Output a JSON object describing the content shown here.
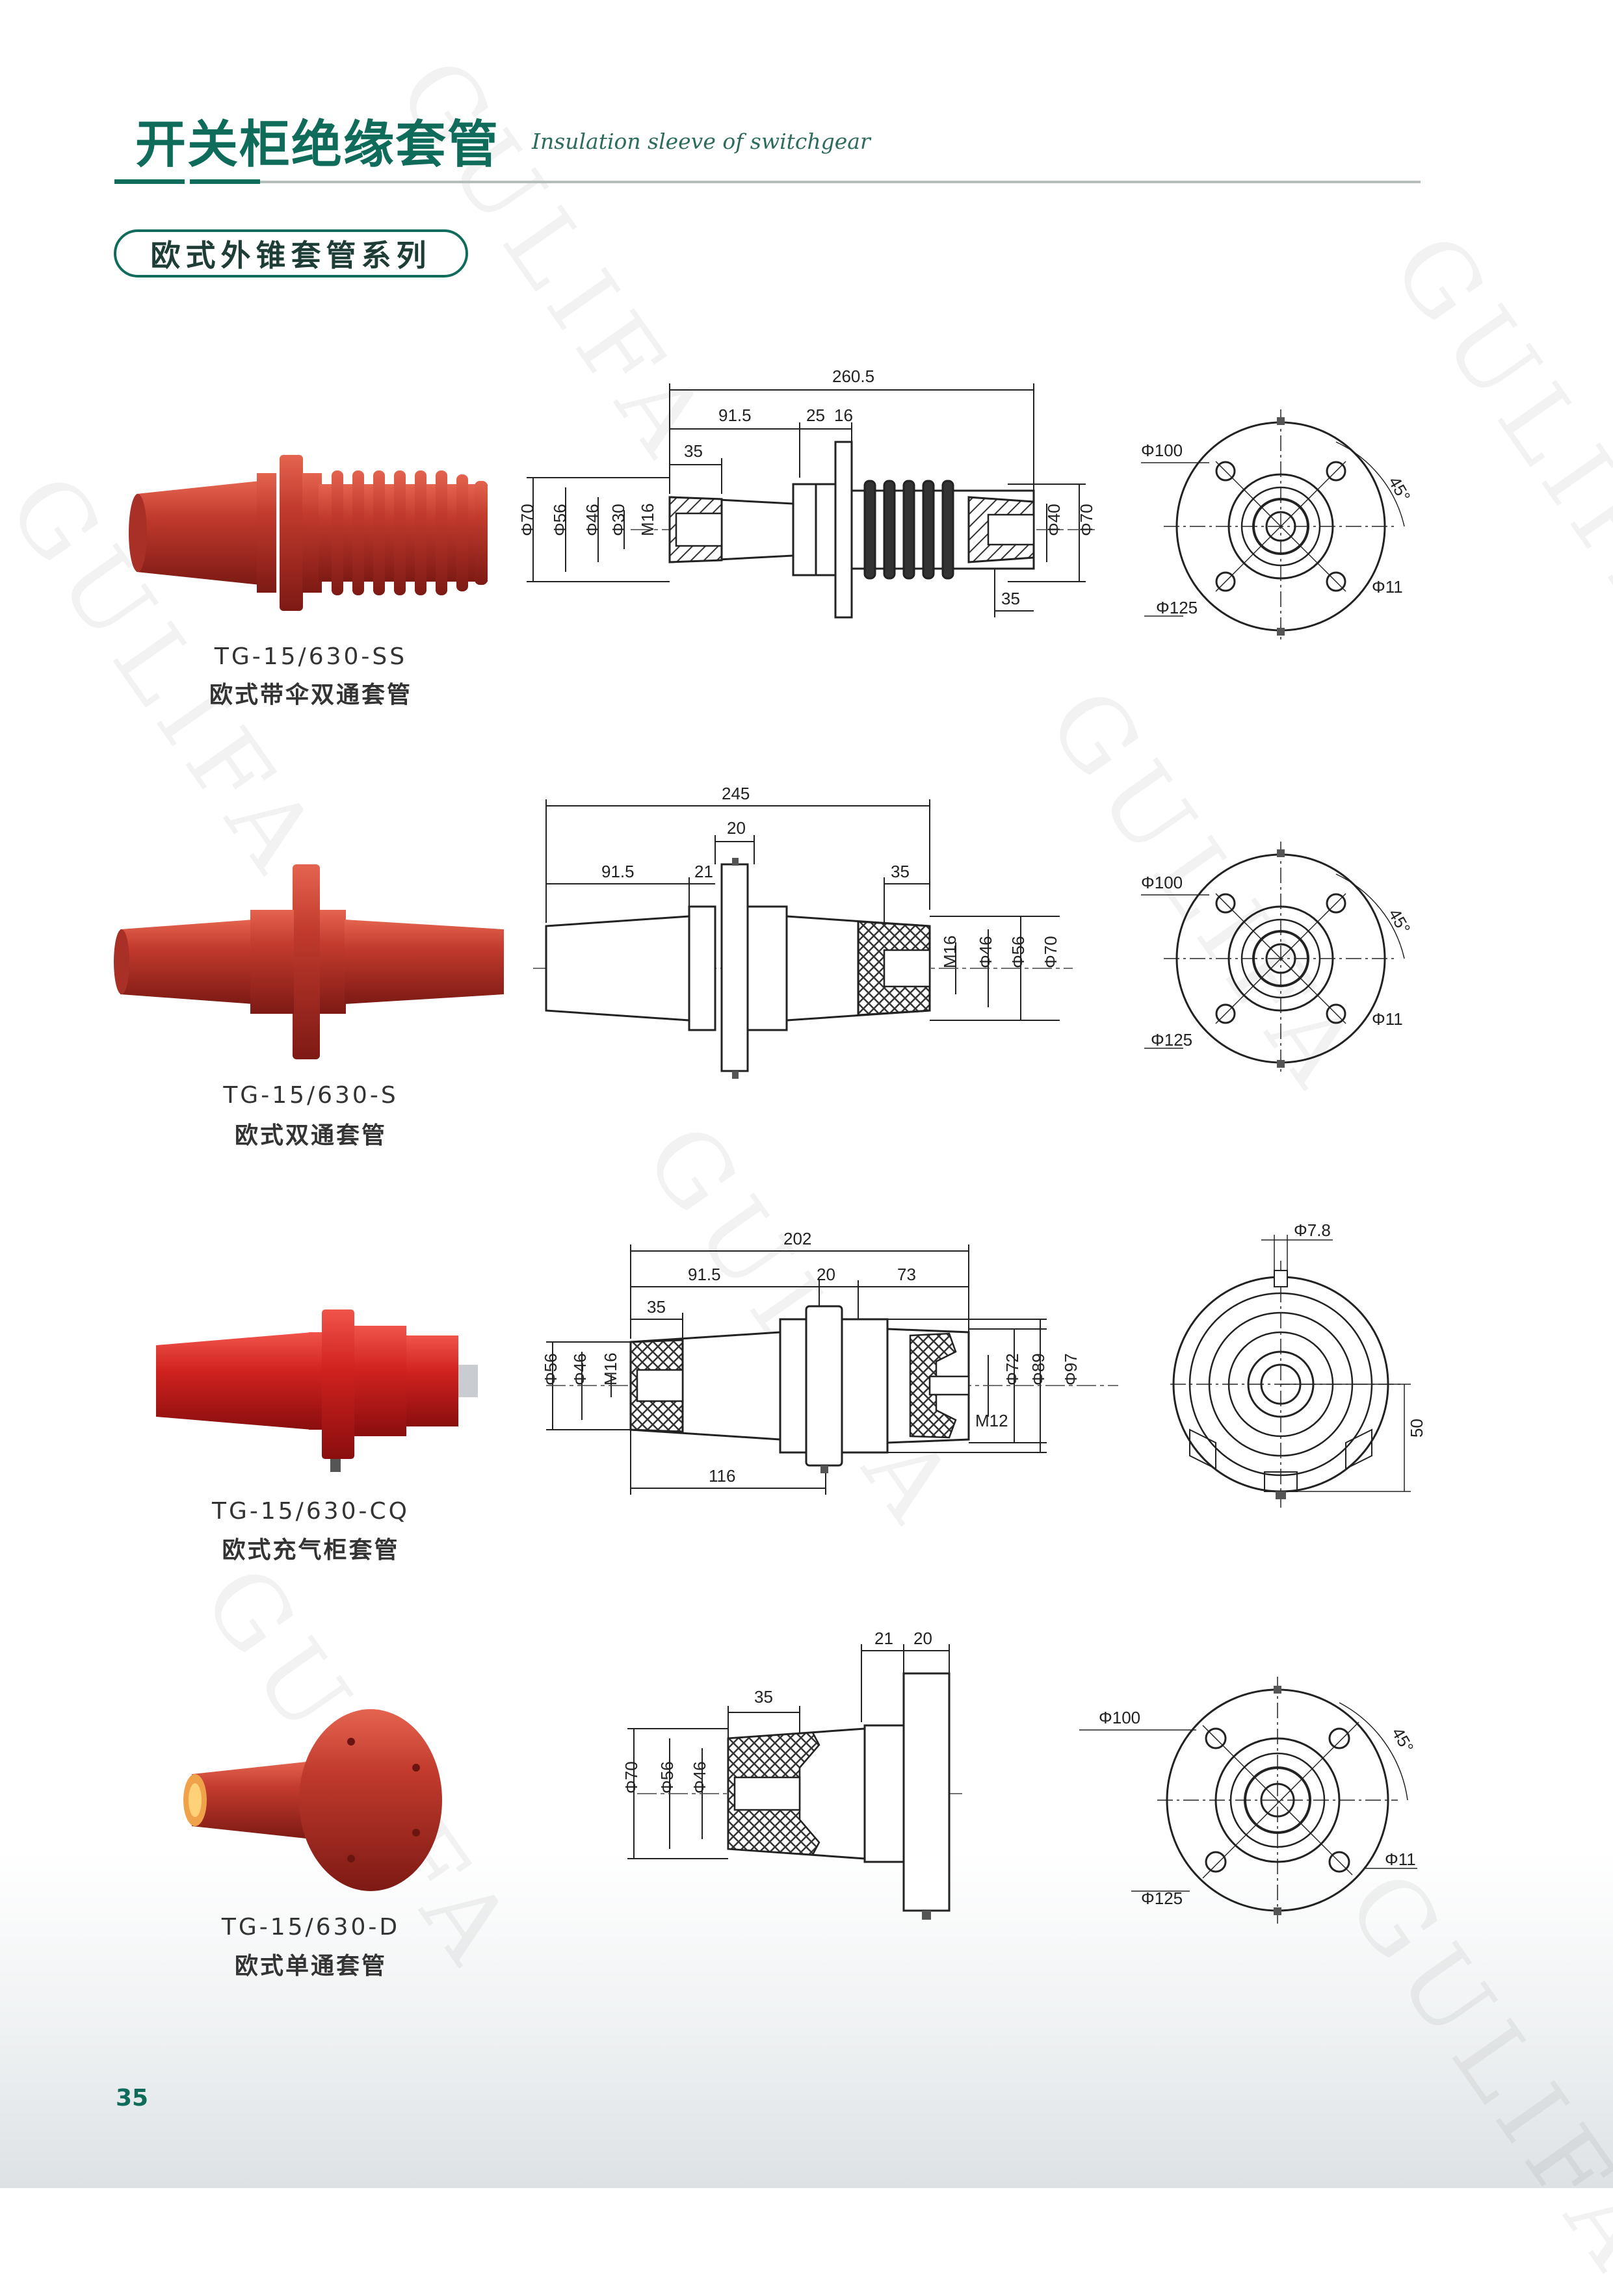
{
  "header": {
    "title_cn": "开关柜绝缘套管",
    "title_en": "Insulation sleeve of switchgear"
  },
  "section": {
    "label": "欧式外锥套管系列"
  },
  "watermark": "GULIFA",
  "products": [
    {
      "code": "TG-15/630-SS",
      "name": "欧式带伞双通套管",
      "side_dims": [
        "260.5",
        "91.5",
        "25",
        "16",
        "35",
        "Φ70",
        "Φ56",
        "Φ46",
        "Φ30",
        "M16",
        "Φ40",
        "Φ70",
        "35"
      ],
      "flange_dims": [
        "Φ100",
        "45°",
        "Φ11",
        "Φ125"
      ]
    },
    {
      "code": "TG-15/630-S",
      "name": "欧式双通套管",
      "side_dims": [
        "245",
        "20",
        "91.5",
        "21",
        "35",
        "M16",
        "Φ46",
        "Φ56",
        "Φ70"
      ],
      "flange_dims": [
        "Φ100",
        "45°",
        "Φ11",
        "Φ125"
      ]
    },
    {
      "code": "TG-15/630-CQ",
      "name": "欧式充气柜套管",
      "side_dims": [
        "202",
        "91.5",
        "20",
        "73",
        "35",
        "Φ56",
        "Φ46",
        "M16",
        "Φ72",
        "Φ89",
        "Φ97",
        "M12",
        "116"
      ],
      "flange_dims": [
        "Φ7.8",
        "50"
      ]
    },
    {
      "code": "TG-15/630-D",
      "name": "欧式单通套管",
      "side_dims": [
        "21",
        "20",
        "35",
        "Φ70",
        "Φ56",
        "Φ46"
      ],
      "flange_dims": [
        "Φ100",
        "45°",
        "Φ11",
        "Φ125"
      ]
    }
  ],
  "footer": {
    "page_number": "35"
  },
  "colors": {
    "brand_green": "#0f6c5a",
    "product_red": "#b8322a",
    "rule_grey": "#b7bcbd"
  }
}
